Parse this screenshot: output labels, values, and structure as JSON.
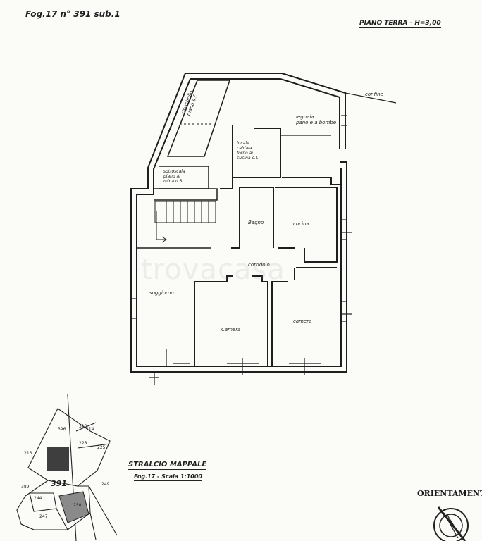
{
  "header": {
    "ref": "Fog.17 n° 391 sub.1",
    "floor": "PIANO TERRA - H=3,00"
  },
  "labels": {
    "confine": "confine",
    "legnaia": "legnaia\npano e a bombe",
    "locale_caldaia": "locale\ncaldaia\nforno ai\ncucina c.f.",
    "ripostiglio": "ripostiglio\npiano s.f.",
    "sottoscala": "sottoscala\npiano ai\nmina n.3",
    "bagno": "Bagno",
    "cucina": "cucina",
    "corridoio": "corridoio",
    "soggiorno": "soggiorno",
    "camera1": "Camera",
    "camera2": "camera"
  },
  "watermark": "trovacasa",
  "map": {
    "title": "STRALCIO MAPPALE",
    "subtitle": "Fog.17 - Scala 1:1000",
    "parcel_main": "391",
    "parcels": [
      "396",
      "310",
      "213",
      "225",
      "228",
      "389",
      "244",
      "249",
      "247",
      "250",
      "214"
    ]
  },
  "orientation": {
    "label": "ORIENTAMENTO"
  }
}
